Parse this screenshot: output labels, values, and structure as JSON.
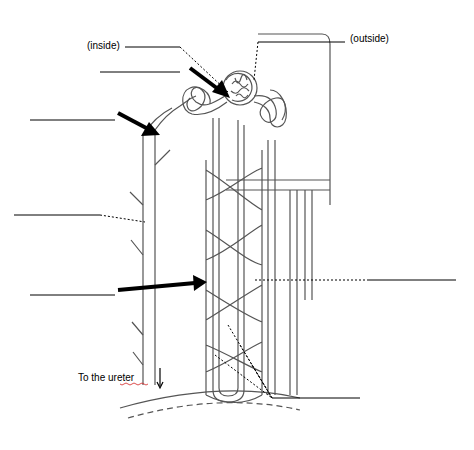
{
  "diagram": {
    "labels": [
      "(inside)",
      "(outside)",
      "To the ureter"
    ]
  }
}
